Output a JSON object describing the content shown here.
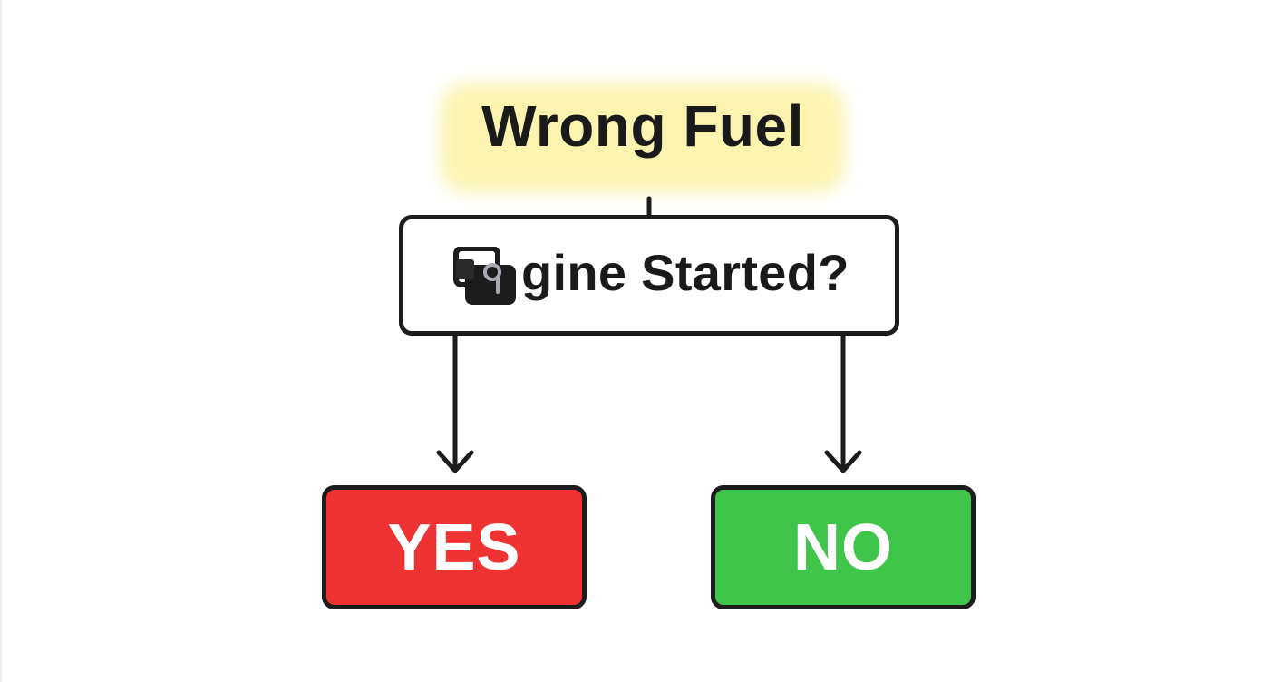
{
  "diagram": {
    "title": "Wrong Fuel",
    "question": "gine Started?",
    "question_icon": "overlapping-squares-glitch-icon",
    "answers": {
      "yes": "YES",
      "no": "NO"
    }
  },
  "colors": {
    "title_highlight": "#fbf4ad",
    "yes_fill": "#ef3232",
    "no_fill": "#3fc64a",
    "outline": "#1c1c1c",
    "answer_text": "#ffffff"
  }
}
